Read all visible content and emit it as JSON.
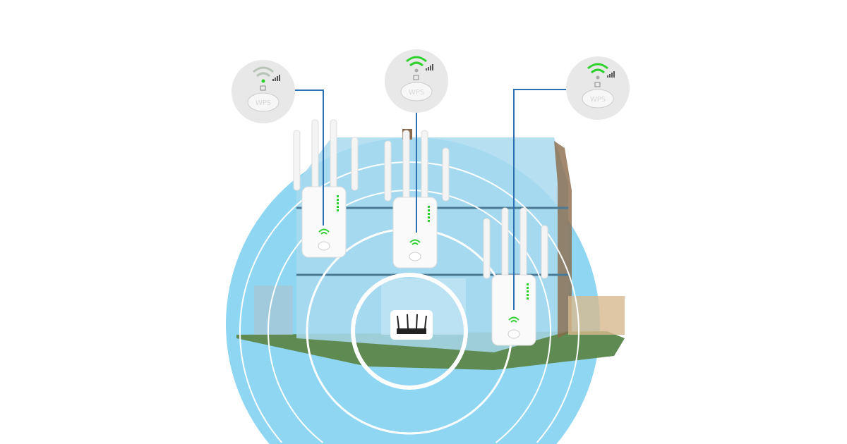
{
  "scene": {
    "callouts": [
      {
        "button_label": "WPS",
        "signal": "weak"
      },
      {
        "button_label": "WPS",
        "signal": "strong"
      },
      {
        "button_label": "WPS",
        "signal": "strong"
      }
    ],
    "colors": {
      "coverage": "#8fd6f3",
      "led": "#2fd12f",
      "line": "#2c6fb3",
      "brick": "#8a6a4a"
    }
  }
}
